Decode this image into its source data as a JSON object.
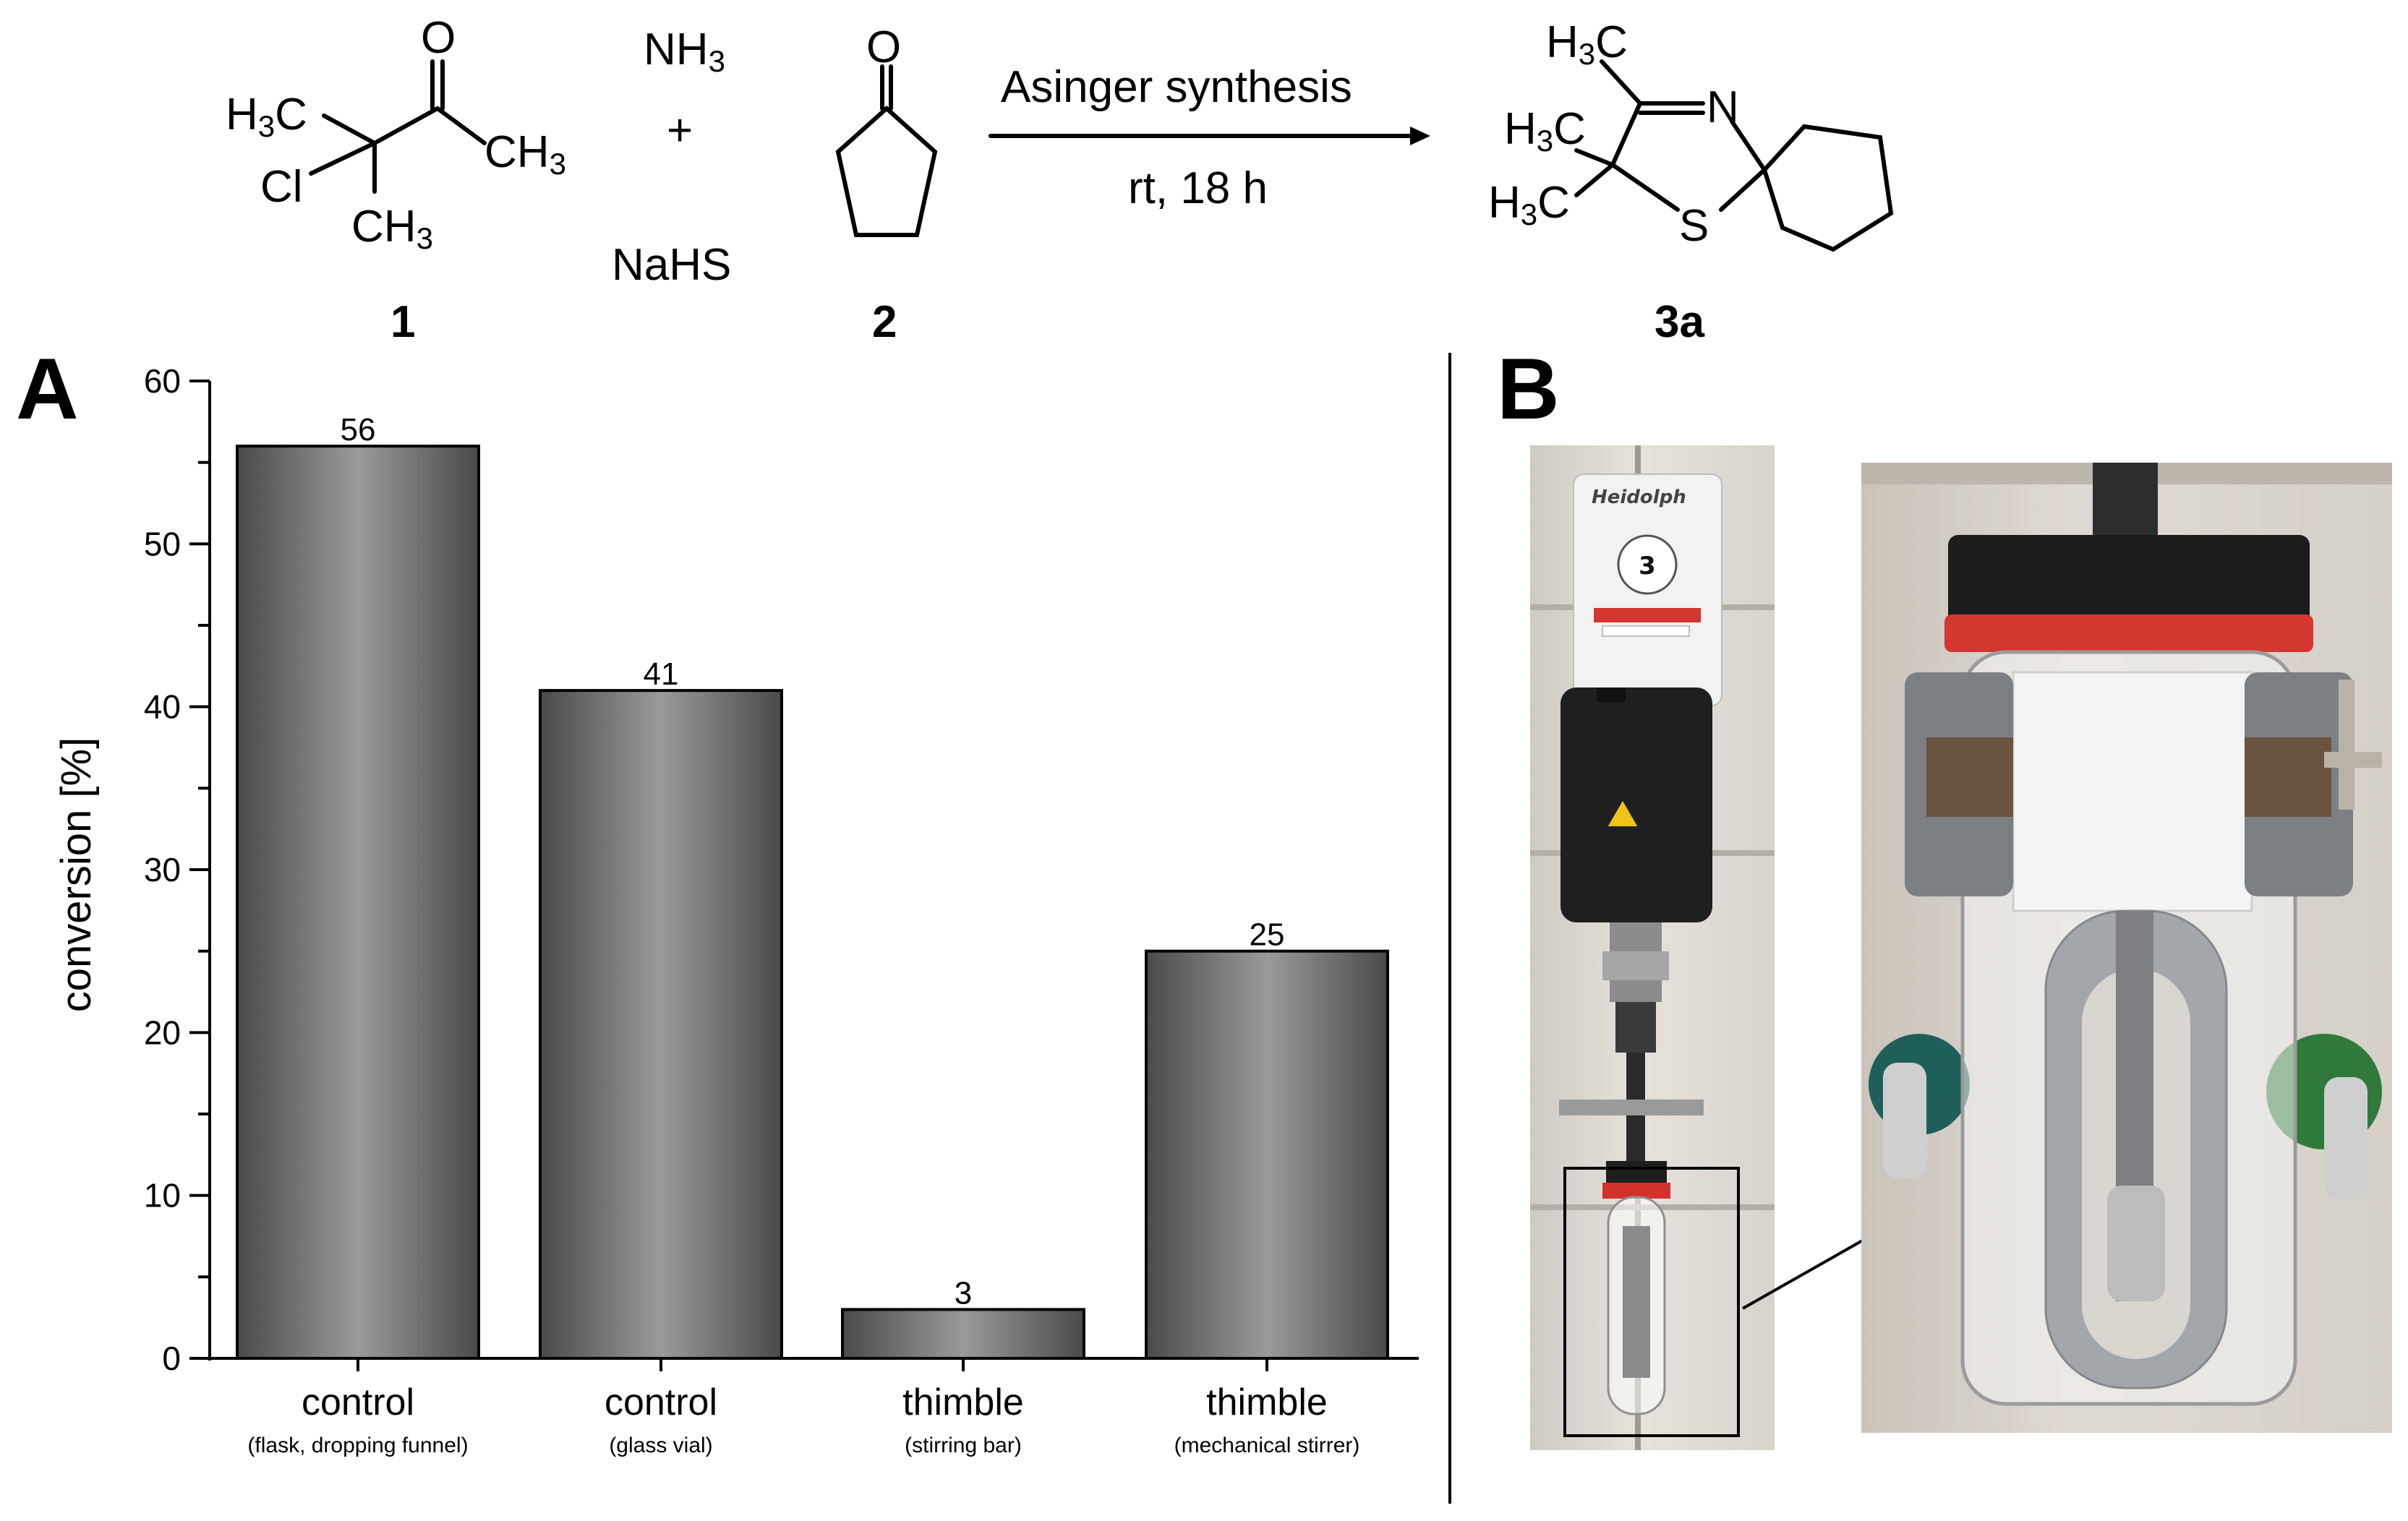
{
  "scheme": {
    "reactant1": {
      "h3c": "H3C",
      "cl": "Cl",
      "o": "O",
      "ch3_right": "CH3",
      "ch3_bottom": "CH3",
      "number": "1"
    },
    "reagents": {
      "nh3": "NH3",
      "plus": "+",
      "nahs": "NaHS"
    },
    "reactant2": {
      "o": "O",
      "number": "2"
    },
    "arrow": {
      "above": "Asinger synthesis",
      "below": "rt, 18 h"
    },
    "product": {
      "h3c_top": "H3C",
      "h3c_mid": "H3C",
      "h3c_bot": "H3C",
      "n": "N",
      "s": "S",
      "number": "3a"
    }
  },
  "panels": {
    "a": "A",
    "b": "B"
  },
  "chart_data": {
    "type": "bar",
    "categories": [
      "control",
      "control",
      "thimble",
      "thimble"
    ],
    "category_sublabels": [
      "(flask, dropping funnel)",
      "(glass vial)",
      "(stirring bar)",
      "(mechanical stirrer)"
    ],
    "values": [
      56,
      41,
      3,
      25
    ],
    "data_labels": [
      "56",
      "41",
      "3",
      "25"
    ],
    "ylabel": "conversion [%]",
    "xlabel": "",
    "ylim": [
      0,
      60
    ],
    "yticks": [
      0,
      10,
      20,
      30,
      40,
      50,
      60
    ],
    "grid": false,
    "bar_color": "#4a4a4a",
    "bar_highlight_color": "#9a9a9a"
  },
  "photos": {
    "overview": {
      "brand_label": "Heidolph",
      "badge_number": "3"
    }
  }
}
